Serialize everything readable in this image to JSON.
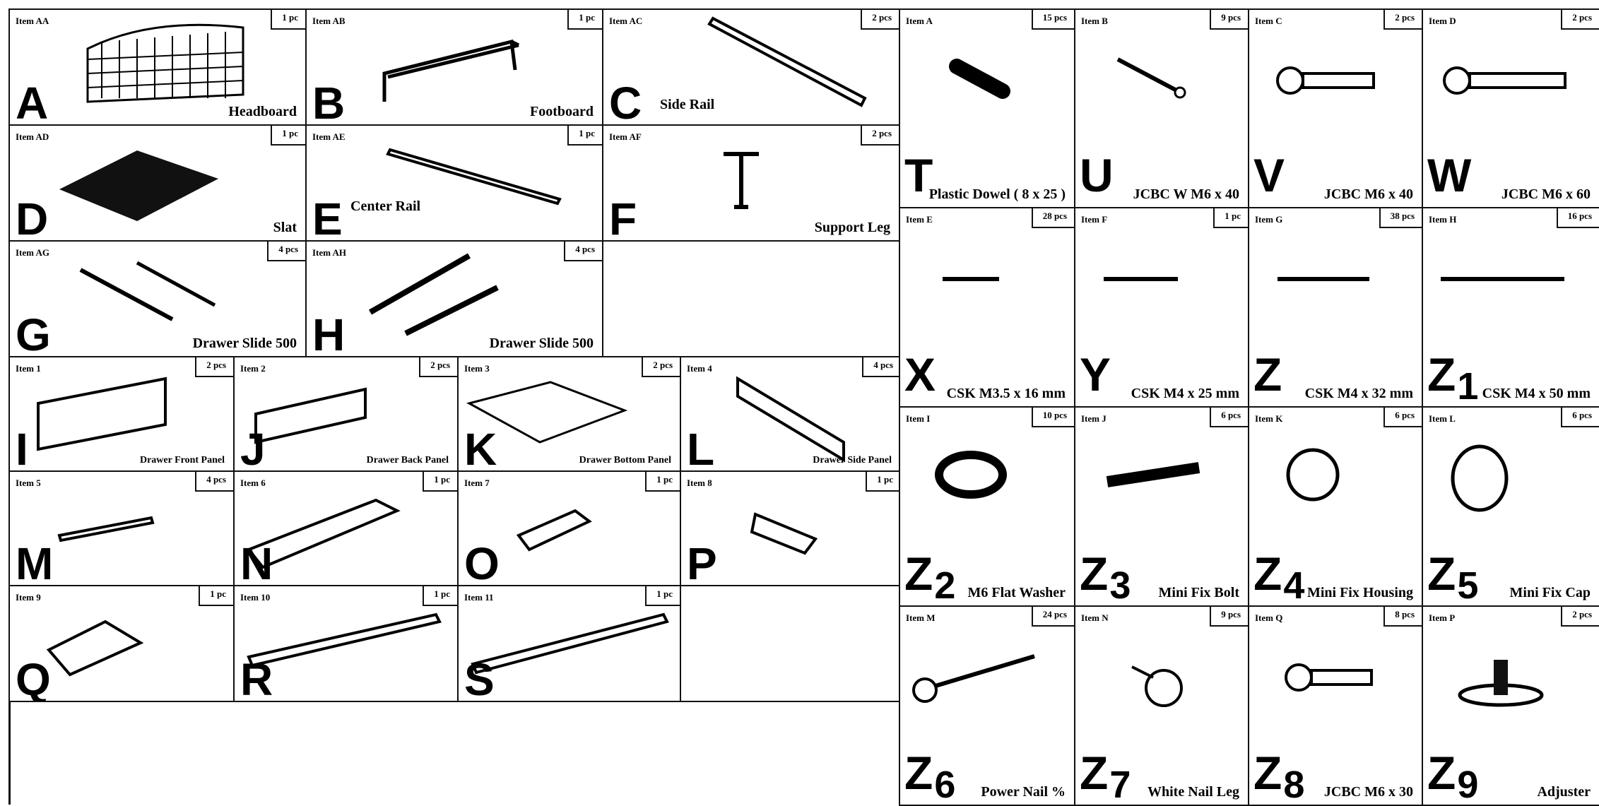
{
  "large_parts": [
    {
      "item": "Item AA",
      "qty": "1 pc",
      "letter": "A",
      "name": "Headboard"
    },
    {
      "item": "Item AB",
      "qty": "1 pc",
      "letter": "B",
      "name": "Footboard"
    },
    {
      "item": "Item AC",
      "qty": "2 pcs",
      "letter": "C",
      "name": "Side Rail"
    },
    {
      "item": "Item AD",
      "qty": "1 pc",
      "letter": "D",
      "name": "Slat"
    },
    {
      "item": "Item AE",
      "qty": "1 pc",
      "letter": "E",
      "name": "Center Rail"
    },
    {
      "item": "Item AF",
      "qty": "2 pcs",
      "letter": "F",
      "name": "Support Leg"
    },
    {
      "item": "Item AG",
      "qty": "4 pcs",
      "letter": "G",
      "name": "Drawer Slide 500"
    },
    {
      "item": "Item AH",
      "qty": "4 pcs",
      "letter": "H",
      "name": "Drawer Slide 500"
    }
  ],
  "drawer_parts": [
    {
      "item": "Item 1",
      "qty": "2 pcs",
      "letter": "I",
      "name": "Drawer Front Panel"
    },
    {
      "item": "Item 2",
      "qty": "2 pcs",
      "letter": "J",
      "name": "Drawer Back Panel"
    },
    {
      "item": "Item 3",
      "qty": "2 pcs",
      "letter": "K",
      "name": "Drawer Bottom Panel"
    },
    {
      "item": "Item 4",
      "qty": "4 pcs",
      "letter": "L",
      "name": "Drawer Side Panel"
    },
    {
      "item": "Item 5",
      "qty": "4 pcs",
      "letter": "M",
      "name": ""
    },
    {
      "item": "Item 6",
      "qty": "1 pc",
      "letter": "N",
      "name": ""
    },
    {
      "item": "Item 7",
      "qty": "1 pc",
      "letter": "O",
      "name": ""
    },
    {
      "item": "Item 8",
      "qty": "1 pc",
      "letter": "P",
      "name": ""
    },
    {
      "item": "Item 9",
      "qty": "1 pc",
      "letter": "Q",
      "name": ""
    },
    {
      "item": "Item 10",
      "qty": "1 pc",
      "letter": "R",
      "name": ""
    },
    {
      "item": "Item 11",
      "qty": "1 pc",
      "letter": "S",
      "name": ""
    }
  ],
  "hardware": [
    {
      "item": "Item A",
      "qty": "15 pcs",
      "letter": "T",
      "sub": "",
      "name": "Plastic Dowel ( 8 x 25 )"
    },
    {
      "item": "Item B",
      "qty": "9 pcs",
      "letter": "U",
      "sub": "",
      "name": "JCBC W M6 x 40"
    },
    {
      "item": "Item C",
      "qty": "2 pcs",
      "letter": "V",
      "sub": "",
      "name": "JCBC M6 x 40"
    },
    {
      "item": "Item D",
      "qty": "2 pcs",
      "letter": "W",
      "sub": "",
      "name": "JCBC M6 x 60"
    },
    {
      "item": "Item E",
      "qty": "28 pcs",
      "letter": "X",
      "sub": "",
      "name": "CSK M3.5 x 16 mm"
    },
    {
      "item": "Item F",
      "qty": "1 pc",
      "letter": "Y",
      "sub": "",
      "name": "CSK M4 x 25 mm"
    },
    {
      "item": "Item G",
      "qty": "38 pcs",
      "letter": "Z",
      "sub": "",
      "name": "CSK M4 x 32 mm"
    },
    {
      "item": "Item H",
      "qty": "16 pcs",
      "letter": "Z",
      "sub": "1",
      "name": "CSK M4 x 50 mm"
    },
    {
      "item": "Item I",
      "qty": "10 pcs",
      "letter": "Z",
      "sub": "2",
      "name": "M6 Flat Washer"
    },
    {
      "item": "Item J",
      "qty": "6 pcs",
      "letter": "Z",
      "sub": "3",
      "name": "Mini Fix Bolt"
    },
    {
      "item": "Item K",
      "qty": "6 pcs",
      "letter": "Z",
      "sub": "4",
      "name": "Mini Fix Housing"
    },
    {
      "item": "Item L",
      "qty": "6 pcs",
      "letter": "Z",
      "sub": "5",
      "name": "Mini Fix Cap"
    },
    {
      "item": "Item M",
      "qty": "24 pcs",
      "letter": "Z",
      "sub": "6",
      "name": "Power Nail %"
    },
    {
      "item": "Item N",
      "qty": "9 pcs",
      "letter": "Z",
      "sub": "7",
      "name": "White Nail Leg"
    },
    {
      "item": "Item Q",
      "qty": "8 pcs",
      "letter": "Z",
      "sub": "8",
      "name": "JCBC M6 x 30"
    },
    {
      "item": "Item P",
      "qty": "2 pcs",
      "letter": "Z",
      "sub": "9",
      "name": "Adjuster"
    }
  ]
}
